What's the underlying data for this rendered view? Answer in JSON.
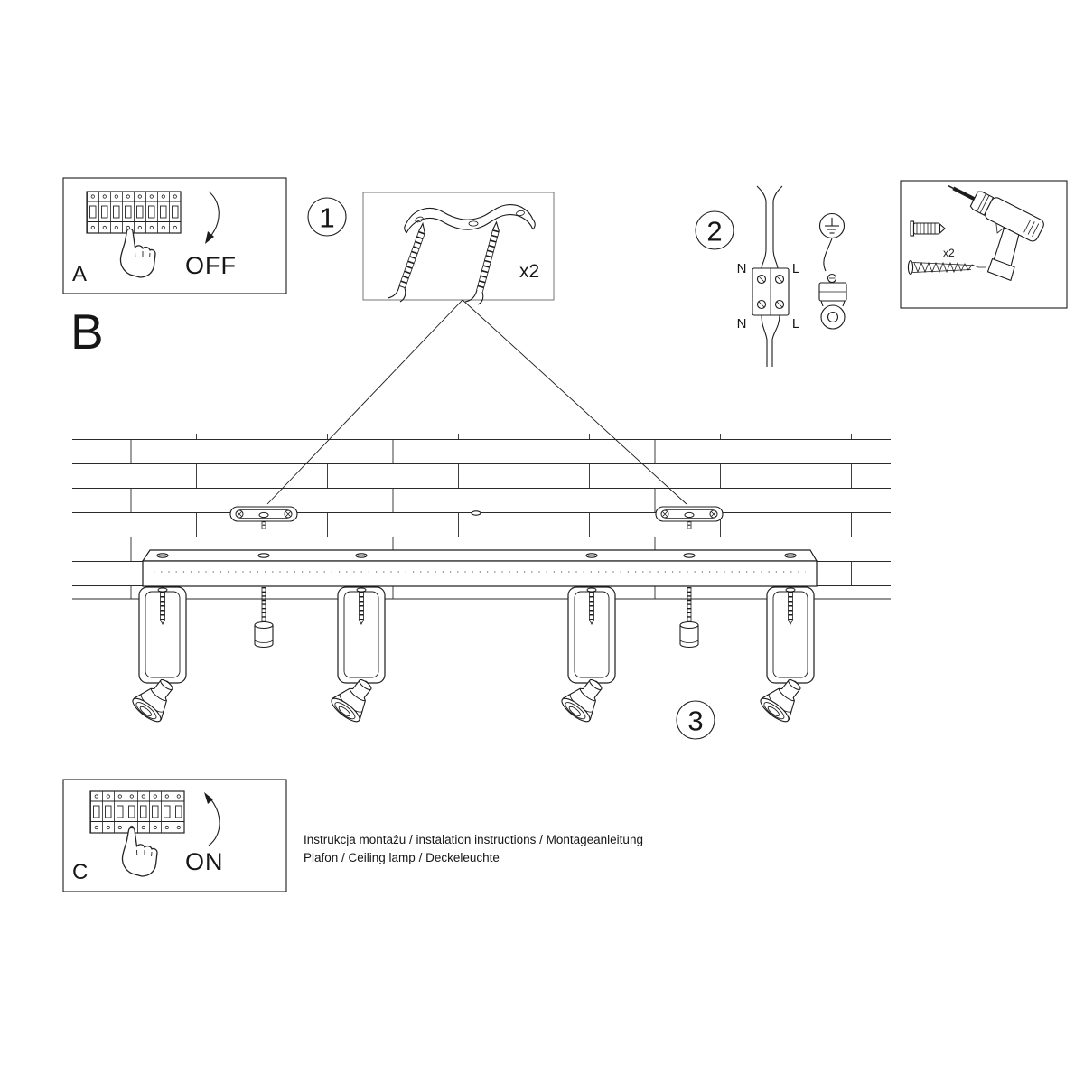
{
  "badges": {
    "step1": "1",
    "step2": "2",
    "step3": "3"
  },
  "sections": {
    "a": "A",
    "b": "B",
    "c": "C"
  },
  "power": {
    "off": "OFF",
    "on": "ON"
  },
  "quantities": {
    "mounting_screws": "x2",
    "wall_plugs": "x2"
  },
  "wiring_labels": {
    "n_top": "N",
    "l_top": "L",
    "n_bottom": "N",
    "l_bottom": "L"
  },
  "footer": {
    "line1": "Instrukcja montażu / instalation instructions / Montageanleitung",
    "line2": "Plafon / Ceiling lamp / Deckeleuchte"
  }
}
